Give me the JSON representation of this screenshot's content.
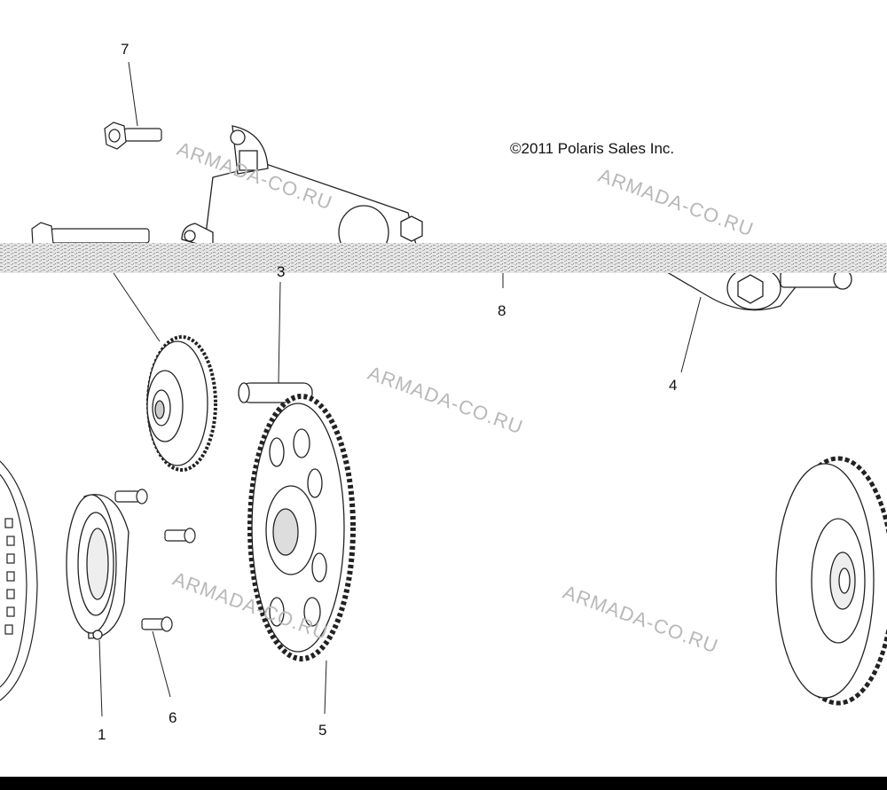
{
  "copyright": "©2011 Polaris Sales Inc.",
  "watermark": "ARMADA-CO.RU",
  "callouts": {
    "c1": "1",
    "c3": "3",
    "c4": "4",
    "c5": "5",
    "c6": "6",
    "c7": "7",
    "c8": "8"
  },
  "colors": {
    "line": "#222222",
    "watermark": "#b8b8b8",
    "background": "#ffffff",
    "band": "#bdbdbd"
  }
}
